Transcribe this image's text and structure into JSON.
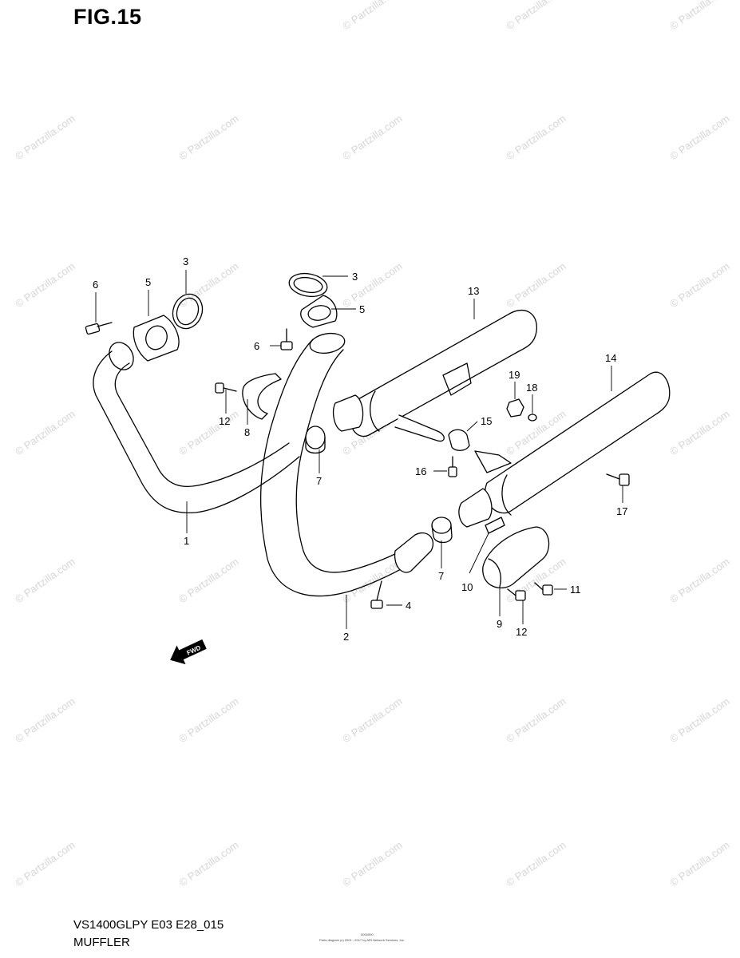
{
  "header": {
    "figure_title": "FIG.15"
  },
  "footer": {
    "model_code": "VS1400GLPY E03 E28_015",
    "section_name": "MUFFLER",
    "credit": "Parts diagram (c) 2001 - 2017 by ARI Network Services, Inc.",
    "diagram_id": "0000000"
  },
  "watermark": {
    "text": "© Partzilla.com"
  },
  "fwd_arrow": {
    "label": "FWD"
  },
  "callouts": [
    {
      "id": "c1",
      "label": "1"
    },
    {
      "id": "c2",
      "label": "2"
    },
    {
      "id": "c3a",
      "label": "3"
    },
    {
      "id": "c3b",
      "label": "3"
    },
    {
      "id": "c4",
      "label": "4"
    },
    {
      "id": "c5a",
      "label": "5"
    },
    {
      "id": "c5b",
      "label": "5"
    },
    {
      "id": "c6a",
      "label": "6"
    },
    {
      "id": "c6b",
      "label": "6"
    },
    {
      "id": "c7a",
      "label": "7"
    },
    {
      "id": "c7b",
      "label": "7"
    },
    {
      "id": "c8",
      "label": "8"
    },
    {
      "id": "c9",
      "label": "9"
    },
    {
      "id": "c10",
      "label": "10"
    },
    {
      "id": "c11",
      "label": "11"
    },
    {
      "id": "c12a",
      "label": "12"
    },
    {
      "id": "c12b",
      "label": "12"
    },
    {
      "id": "c13",
      "label": "13"
    },
    {
      "id": "c14",
      "label": "14"
    },
    {
      "id": "c15",
      "label": "15"
    },
    {
      "id": "c16",
      "label": "16"
    },
    {
      "id": "c17",
      "label": "17"
    },
    {
      "id": "c18",
      "label": "18"
    },
    {
      "id": "c19",
      "label": "19"
    }
  ]
}
